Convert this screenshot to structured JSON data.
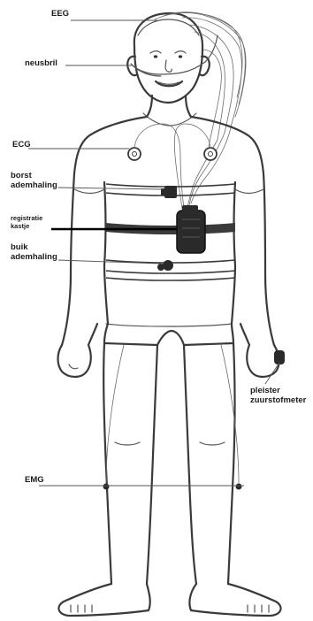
{
  "labels": {
    "eeg": "EEG",
    "neusbril": "neusbril",
    "ecg": "ECG",
    "borst_line1": "borst",
    "borst_line2": "ademhaling",
    "registratie_line1": "registratie",
    "registratie_line2": "kastje",
    "buik_line1": "buik",
    "buik_line2": "ademhaling",
    "pleister_line1": "pleister",
    "pleister_line2": "zuurstofmeter",
    "emg": "EMG"
  }
}
